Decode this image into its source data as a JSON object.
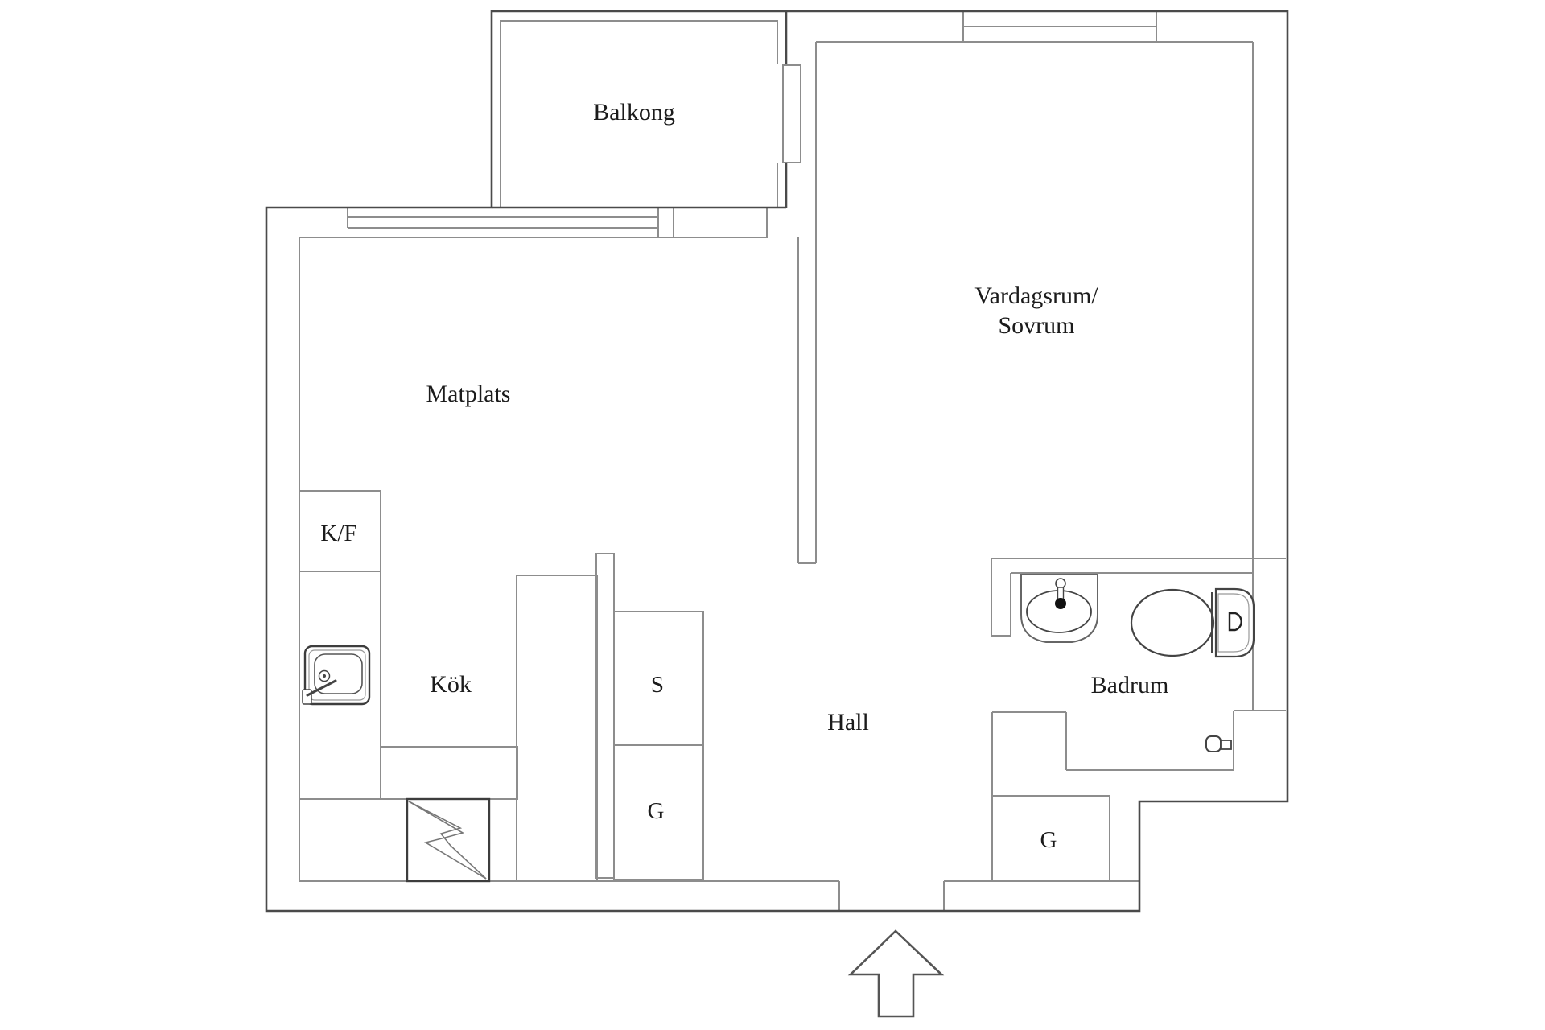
{
  "plan_type": "apartment-floor-plan",
  "colors": {
    "background": "#ffffff",
    "wall_dark": "#4a4a4a",
    "wall_light": "#8d8d8d",
    "fixture_dark": "#444444",
    "fixture_light": "#999999",
    "text": "#1b1b1b"
  },
  "rooms": {
    "balcony": {
      "label": "Balkong"
    },
    "living_bedroom": {
      "label_line1": "Vardagsrum/",
      "label_line2": "Sovrum"
    },
    "dining_area": {
      "label": "Matplats"
    },
    "kitchen": {
      "label": "Kök"
    },
    "hall": {
      "label": "Hall"
    },
    "bathroom": {
      "label": "Badrum"
    }
  },
  "storage": {
    "closet_s": {
      "label": "S"
    },
    "wardrobe_hall": {
      "label": "G"
    },
    "wardrobe_entry": {
      "label": "G"
    }
  },
  "appliances": {
    "fridge_freezer": {
      "label": "K/F"
    }
  },
  "fixtures": [
    "kitchen-sink-icon",
    "electrical-lightning-icon",
    "bathroom-sink-icon",
    "toilet-icon",
    "shower-valve-icon",
    "entrance-arrow-icon",
    "balcony-door-icon",
    "window-markings"
  ]
}
